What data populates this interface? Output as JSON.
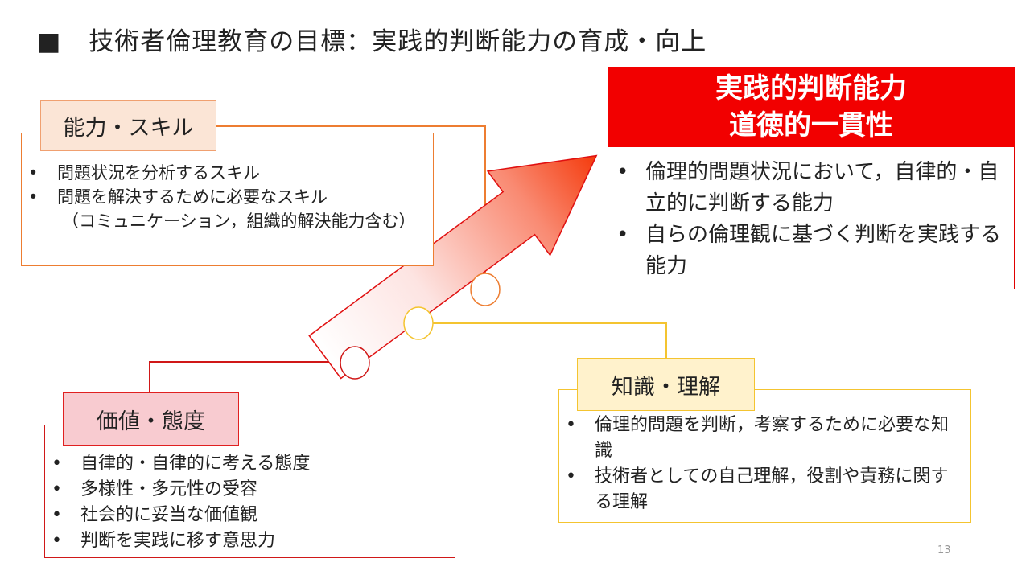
{
  "title": {
    "marker": "■",
    "text": "技術者倫理教育の目標：実践的判断能力の育成・向上"
  },
  "skill": {
    "label": "能力・スキル",
    "items": [
      "問題状況を分析するスキル",
      "問題を解決するために必要なスキル"
    ],
    "item2_sub": "（コミュニケーション，組織的解決能力含む）"
  },
  "value": {
    "label": "価値・態度",
    "items": [
      "自律的・自律的に考える態度",
      "多様性・多元性の受容",
      "社会的に妥当な価値観",
      "判断を実践に移す意思力"
    ]
  },
  "knowledge": {
    "label": "知識・理解",
    "items": [
      "倫理的問題を判断，考察するために必要な知識",
      "技術者としての自己理解，役割や責務に関する理解"
    ]
  },
  "goal": {
    "heading_line1": "実践的判断能力",
    "heading_line2": "道徳的一貫性",
    "items": [
      "倫理的問題状況において，自律的・自立的に判断する能力",
      "自らの倫理観に基づく判断を実践する能力"
    ]
  },
  "colors": {
    "skill": "#ed7d31",
    "value": "#d01818",
    "knowledge": "#f4c430",
    "goal": "#f20000"
  },
  "page_number": "13"
}
